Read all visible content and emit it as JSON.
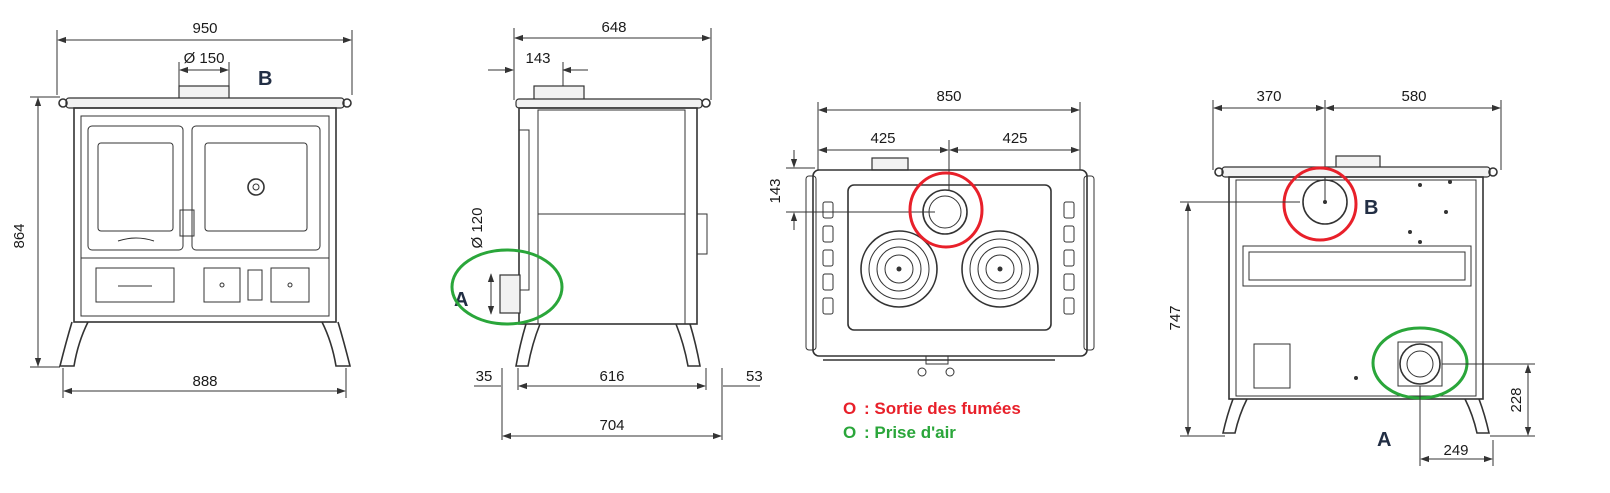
{
  "front_view": {
    "width_top": "950",
    "flue_diameter": "Ø 150",
    "label_b": "B",
    "height": "864",
    "width_base": "888"
  },
  "side_view": {
    "depth_top": "648",
    "flue_offset": "143",
    "air_diameter": "Ø 120",
    "label_a": "A",
    "offset_left": "35",
    "depth_mid": "616",
    "offset_right": "53",
    "depth_total": "704"
  },
  "top_view": {
    "width": "850",
    "half_left": "425",
    "half_right": "425",
    "offset_front": "143"
  },
  "rear_view": {
    "left_offset": "370",
    "right_offset": "580",
    "label_b": "B",
    "height": "747",
    "air_height": "228",
    "label_a": "A",
    "air_offset": "249"
  },
  "legend": {
    "smoke_marker": "O",
    "smoke_text": ": Sortie des fumées",
    "air_marker": "O",
    "air_text": ": Prise d'air",
    "smoke_color": "#e8202a",
    "air_color": "#2aa63a"
  }
}
